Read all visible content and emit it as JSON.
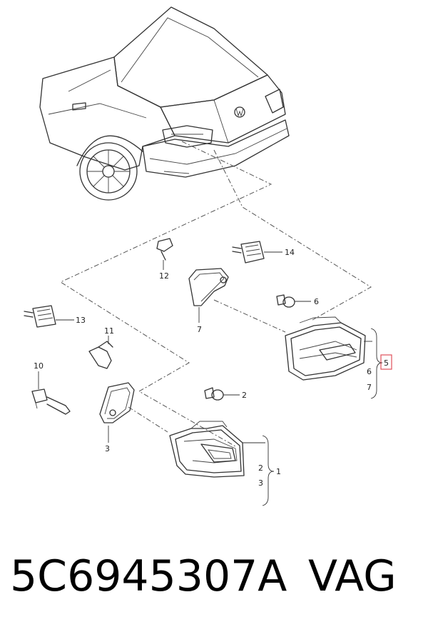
{
  "callouts": {
    "c1": "1",
    "c2a": "2",
    "c2b": "2",
    "c3a": "3",
    "c3b": "3",
    "c5": "5",
    "c6a": "6",
    "c6b": "6",
    "c7a": "7",
    "c7b": "7",
    "c10": "10",
    "c11": "11",
    "c12": "12",
    "c13": "13",
    "c14": "14"
  },
  "highlight_color": "#e0505a",
  "footer": {
    "part_number": "5C6945307A",
    "brand": "VAG"
  }
}
